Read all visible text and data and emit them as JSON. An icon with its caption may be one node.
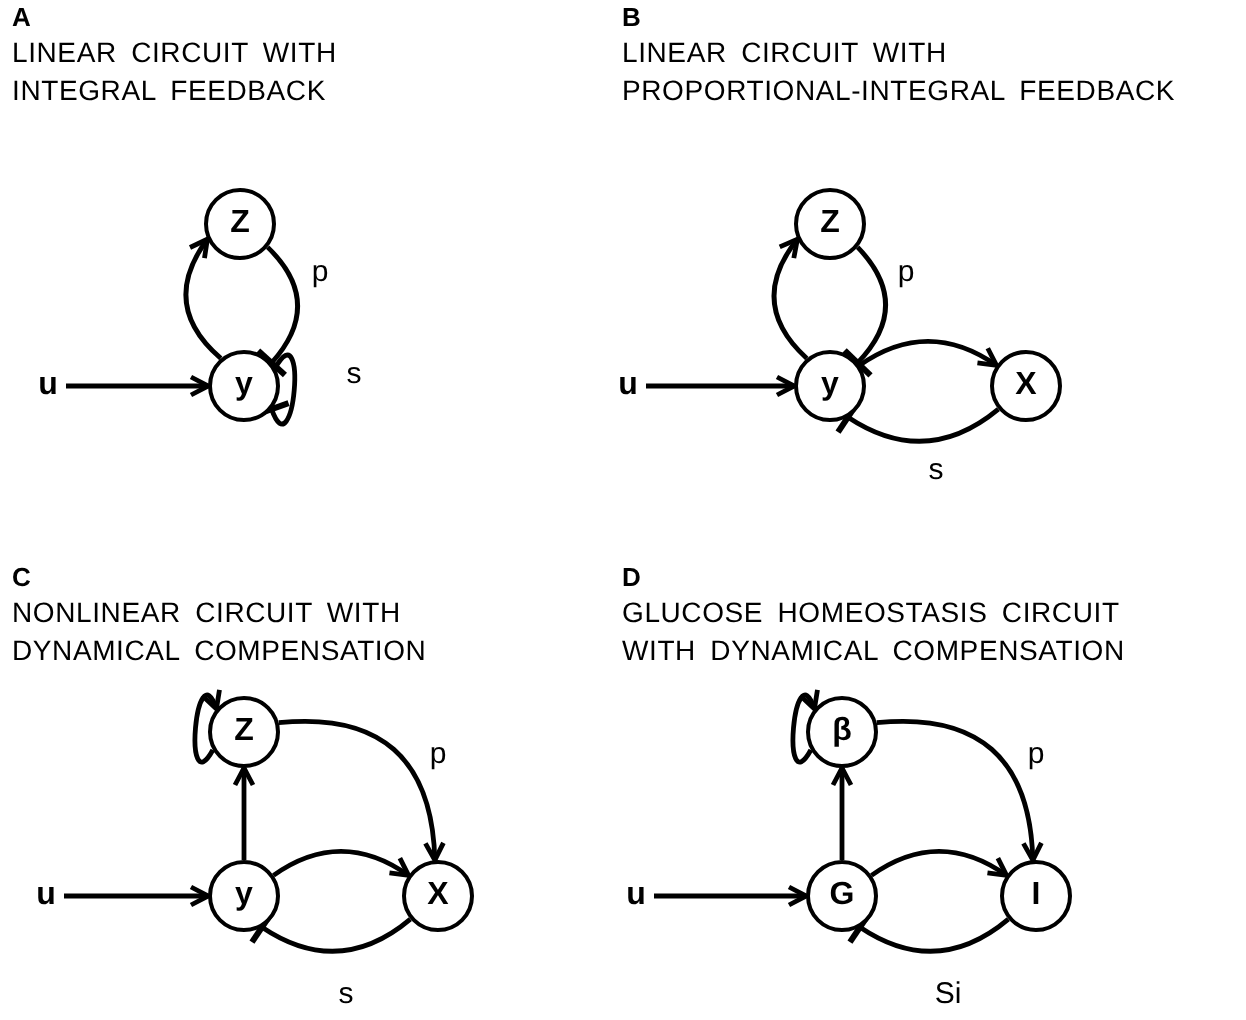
{
  "diagram": {
    "nodes": [
      {
        "text": [
          "u"
        ]
      },
      {
        "text": [
          "Z"
        ]
      },
      {
        "text": [
          "y"
        ]
      },
      {
        "text": [
          "u"
        ]
      },
      {
        "text": [
          "Z"
        ]
      },
      {
        "text": [
          "y"
        ]
      },
      {
        "text": [
          "X"
        ]
      },
      {
        "text": [
          "u"
        ]
      },
      {
        "text": [
          "Z"
        ]
      },
      {
        "text": [
          "y"
        ]
      },
      {
        "text": [
          "X"
        ]
      },
      {
        "text": [
          "u"
        ]
      },
      {
        "text": [
          "β"
        ]
      },
      {
        "text": [
          "G"
        ]
      },
      {
        "text": [
          "I"
        ]
      }
    ],
    "edges": [
      {
        "from": 0,
        "to": 2,
        "arrow": "to"
      },
      {
        "from": 2,
        "to": 1,
        "arrow": "to"
      },
      {
        "from": 1,
        "to": 2,
        "arrow": "other",
        "label": "p"
      },
      {
        "from": 2,
        "to": 2,
        "arrow": "other",
        "label": "s"
      },
      {
        "from": 3,
        "to": 5,
        "arrow": "to"
      },
      {
        "from": 5,
        "to": 4,
        "arrow": "to"
      },
      {
        "from": 4,
        "to": 5,
        "arrow": "other",
        "label": "p"
      },
      {
        "from": 5,
        "to": 6,
        "arrow": "to"
      },
      {
        "from": 6,
        "to": 5,
        "arrow": "other",
        "label": "s"
      },
      {
        "from": 7,
        "to": 9,
        "arrow": "to"
      },
      {
        "from": 8,
        "to": 8,
        "arrow": "to"
      },
      {
        "from": 9,
        "to": 8,
        "arrow": "to"
      },
      {
        "from": 8,
        "to": 10,
        "arrow": "to",
        "label": "p"
      },
      {
        "from": 9,
        "to": 10,
        "arrow": "to"
      },
      {
        "from": 10,
        "to": 9,
        "arrow": "other",
        "label": "s"
      },
      {
        "from": 11,
        "to": 13,
        "arrow": "to"
      },
      {
        "from": 12,
        "to": 12,
        "arrow": "to"
      },
      {
        "from": 13,
        "to": 12,
        "arrow": "to"
      },
      {
        "from": 12,
        "to": 14,
        "arrow": "to",
        "label": "p"
      },
      {
        "from": 13,
        "to": 14,
        "arrow": "to"
      },
      {
        "from": 14,
        "to": 13,
        "arrow": "other",
        "label": "Si"
      }
    ],
    "labels": [
      "A",
      "LINEAR CIRCUIT WITH INTEGRAL FEEDBACK",
      "B",
      "LINEAR CIRCUIT WITH PROPORTIONAL-INTEGRAL FEEDBACK",
      "C",
      "NONLINEAR CIRCUIT WITH DYNAMICAL COMPENSATION",
      "D",
      "GLUCOSE HOMEOSTASIS CIRCUIT WITH DYNAMICAL COMPENSATION"
    ]
  }
}
